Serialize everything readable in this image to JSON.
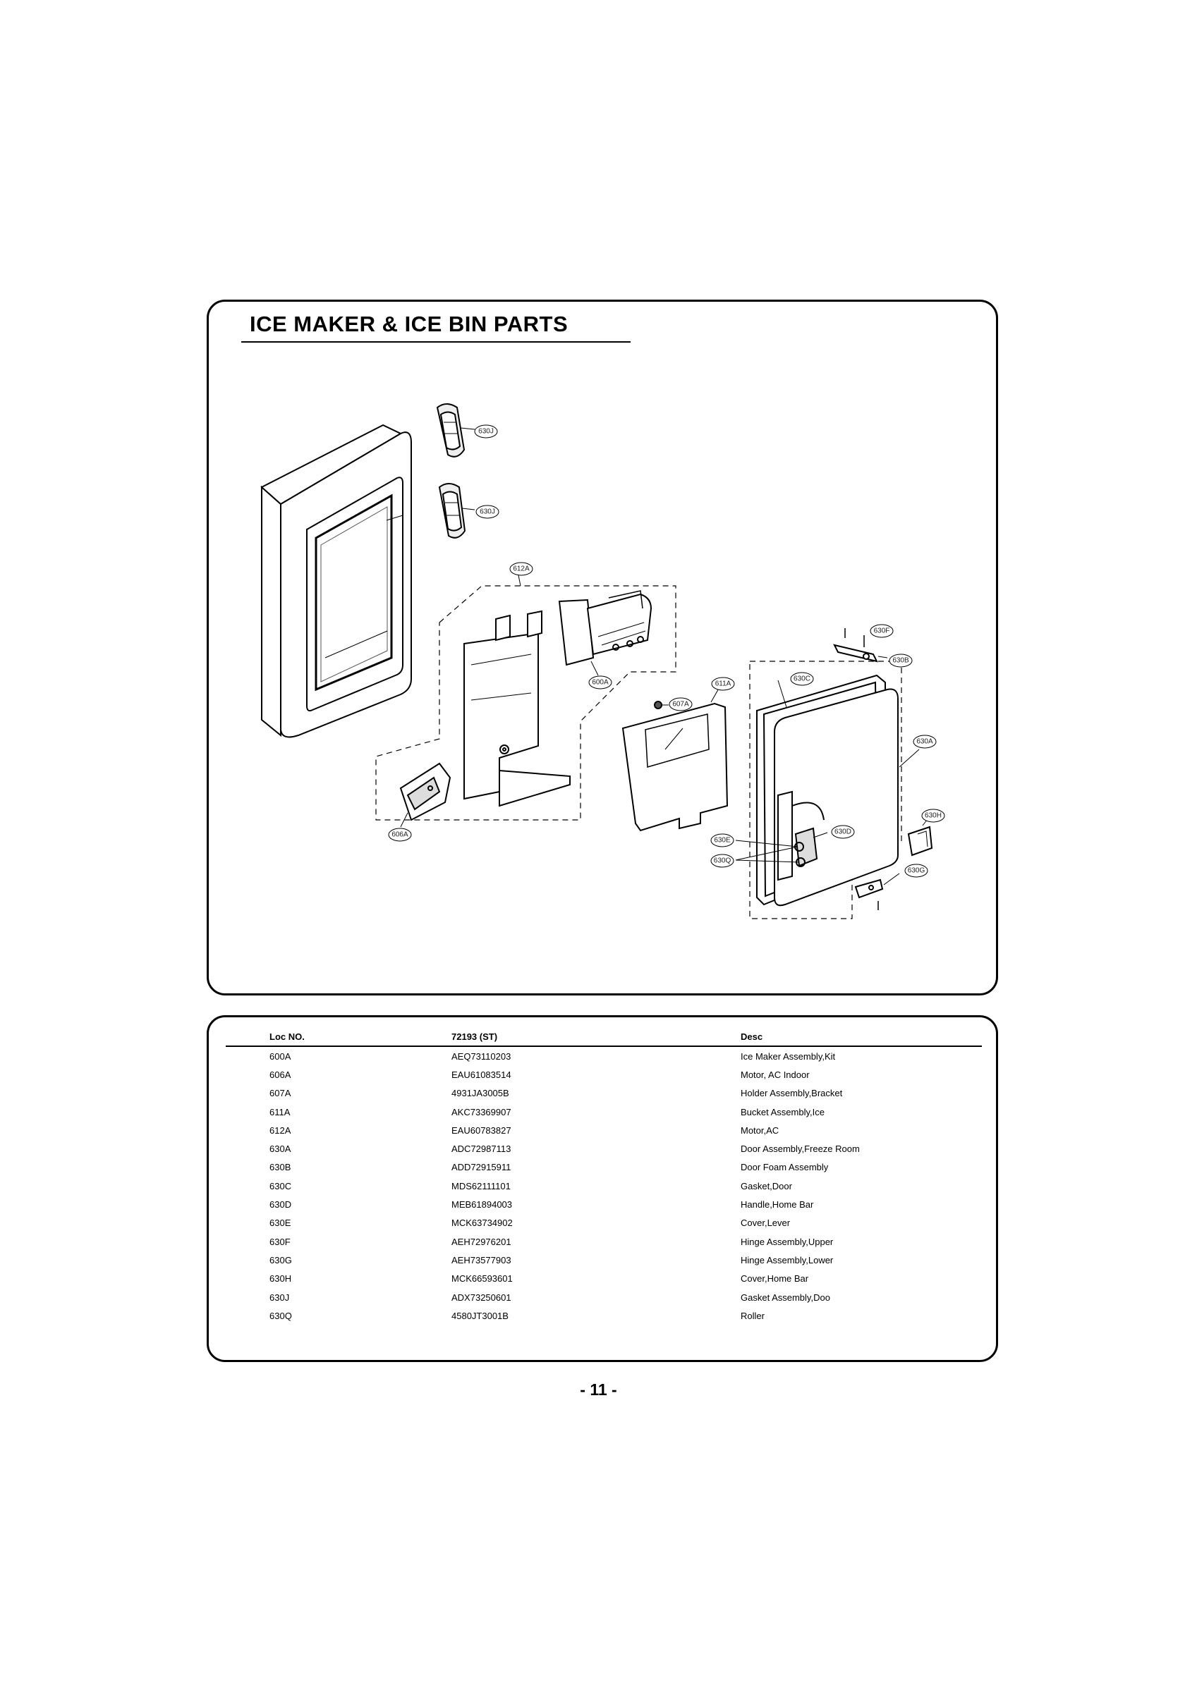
{
  "title": "ICE MAKER & ICE BIN PARTS",
  "callouts": {
    "c630J_top": "630J",
    "c630J_mid": "630J",
    "c612A": "612A",
    "c600A": "600A",
    "c607A": "607A",
    "c611A": "611A",
    "c606A": "606A",
    "c630F": "630F",
    "c630B": "630B",
    "c630C": "630C",
    "c630A": "630A",
    "c630H": "630H",
    "c630D": "630D",
    "c630E": "630E",
    "c630Q": "630Q",
    "c630G": "630G"
  },
  "table": {
    "headers": [
      "Loc NO.",
      "72193 (ST)",
      "Desc"
    ],
    "rows": [
      [
        "600A",
        "AEQ73110203",
        "Ice Maker Assembly,Kit"
      ],
      [
        "606A",
        "EAU61083514",
        "Motor, AC Indoor"
      ],
      [
        "607A",
        "4931JA3005B",
        "Holder Assembly,Bracket"
      ],
      [
        "611A",
        "AKC73369907",
        "Bucket Assembly,Ice"
      ],
      [
        "612A",
        "EAU60783827",
        "Motor,AC"
      ],
      [
        "630A",
        "ADC72987113",
        "Door Assembly,Freeze Room"
      ],
      [
        "630B",
        "ADD72915911",
        "Door Foam Assembly"
      ],
      [
        "630C",
        "MDS62111101",
        "Gasket,Door"
      ],
      [
        "630D",
        "MEB61894003",
        "Handle,Home Bar"
      ],
      [
        "630E",
        "MCK63734902",
        "Cover,Lever"
      ],
      [
        "630F",
        "AEH72976201",
        "Hinge Assembly,Upper"
      ],
      [
        "630G",
        "AEH73577903",
        "Hinge Assembly,Lower"
      ],
      [
        "630H",
        "MCK66593601",
        "Cover,Home Bar"
      ],
      [
        "630J",
        "ADX73250601",
        "Gasket Assembly,Doo"
      ],
      [
        "630Q",
        "4580JT3001B",
        "Roller"
      ]
    ]
  },
  "page_number": "- 11 -"
}
